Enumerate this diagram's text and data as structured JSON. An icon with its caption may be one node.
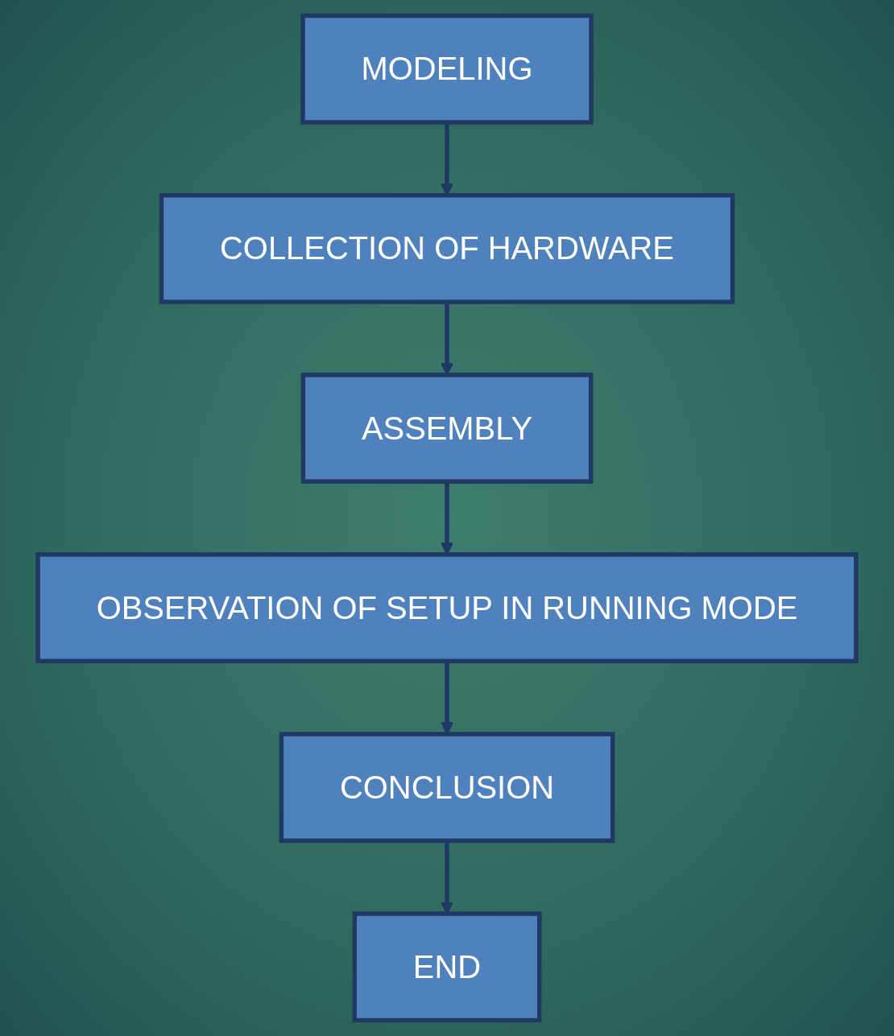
{
  "diagram": {
    "nodes": [
      {
        "text": [
          "MODELING"
        ]
      },
      {
        "text": [
          "COLLECTION OF HARDWARE"
        ]
      },
      {
        "text": [
          "ASSEMBLY"
        ]
      },
      {
        "text": [
          "OBSERVATION OF SETUP IN RUNNING MODE"
        ]
      },
      {
        "text": [
          "CONCLUSION"
        ]
      },
      {
        "text": [
          "END"
        ]
      }
    ],
    "edges": [
      {
        "from": 0,
        "to": 1,
        "arrow": "to"
      },
      {
        "from": 1,
        "to": 2,
        "arrow": "to"
      },
      {
        "from": 2,
        "to": 3,
        "arrow": "to"
      },
      {
        "from": 3,
        "to": 4,
        "arrow": "to"
      },
      {
        "from": 4,
        "to": 5,
        "arrow": "to"
      }
    ]
  }
}
